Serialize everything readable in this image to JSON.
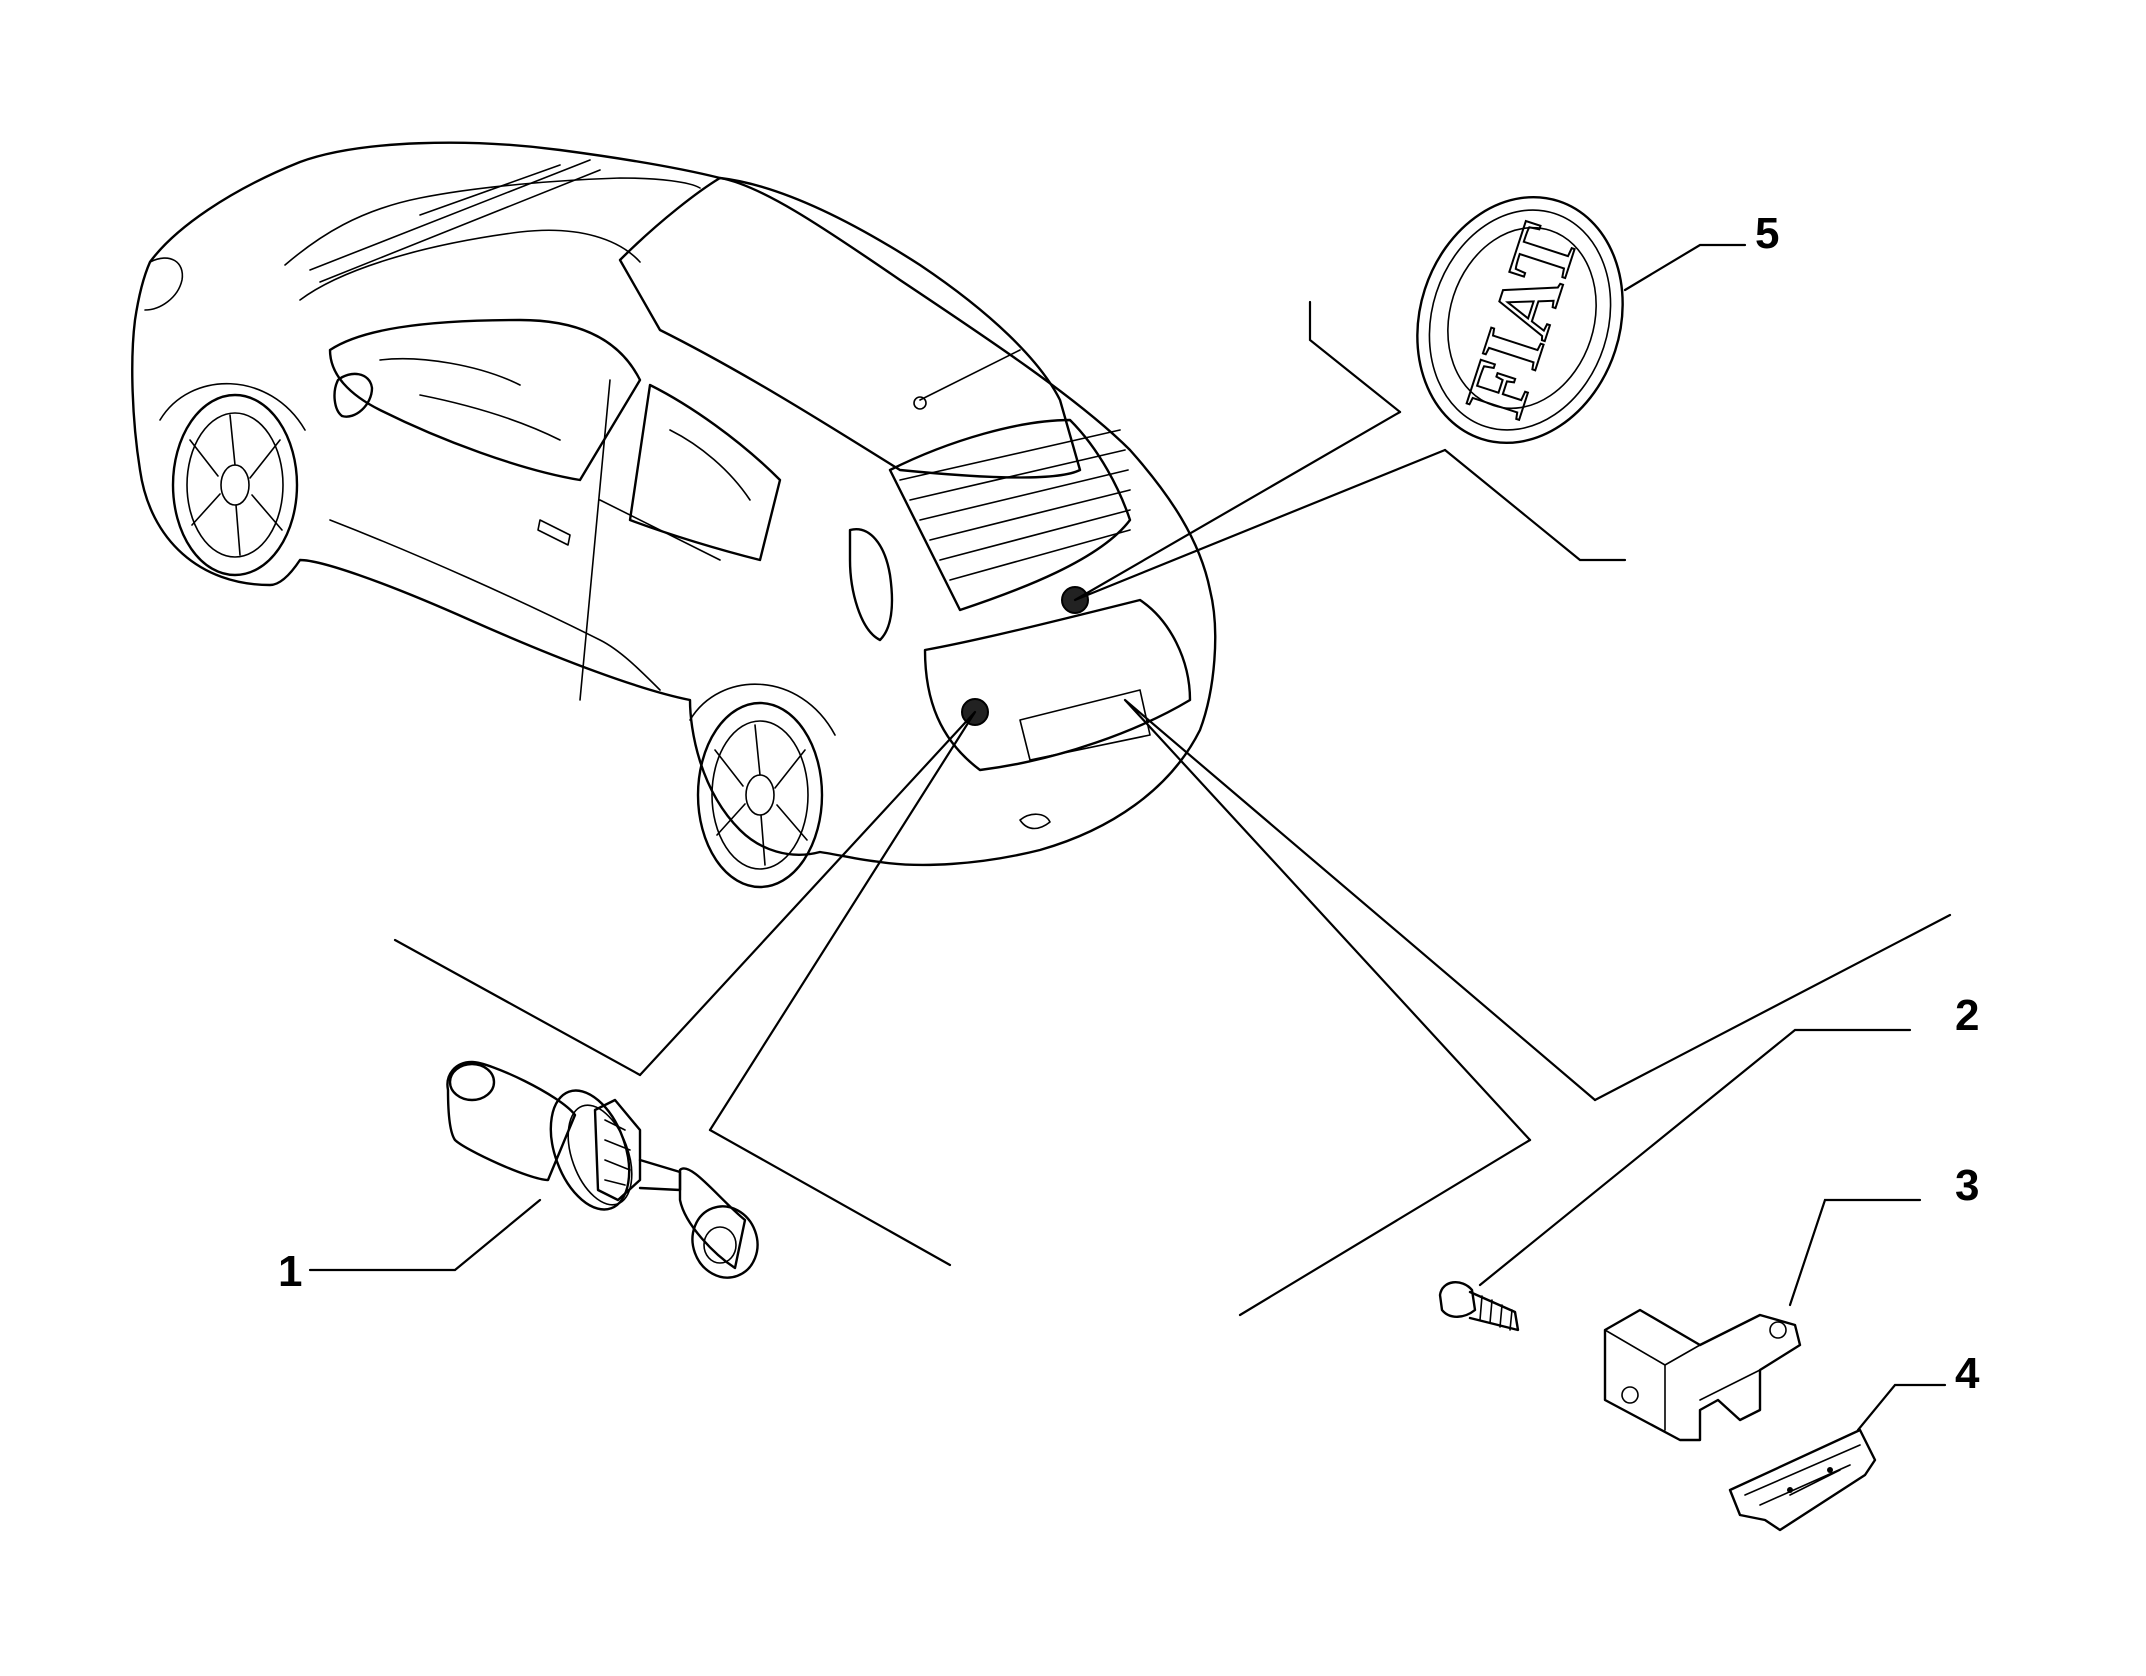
{
  "callouts": [
    {
      "id": "1",
      "label": "1"
    },
    {
      "id": "2",
      "label": "2"
    },
    {
      "id": "3",
      "label": "3"
    },
    {
      "id": "4",
      "label": "4"
    },
    {
      "id": "5",
      "label": "5"
    }
  ],
  "badge": {
    "text": "FIAT"
  },
  "icons": {
    "vehicle": "hatchback-car-icon",
    "part1": "lock-cylinder-icon",
    "part2": "screw-icon",
    "part3": "latch-bracket-icon",
    "part4": "latch-plate-icon",
    "part5": "emblem-icon"
  }
}
